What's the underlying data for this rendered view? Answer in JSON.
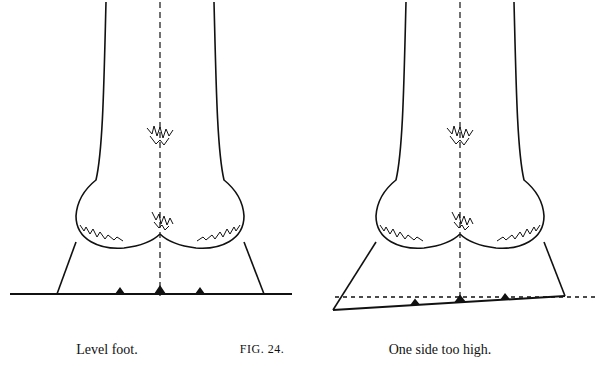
{
  "diagram": {
    "labels": [
      "Level foot.",
      "FIG. 24.",
      "One side too high."
    ]
  }
}
